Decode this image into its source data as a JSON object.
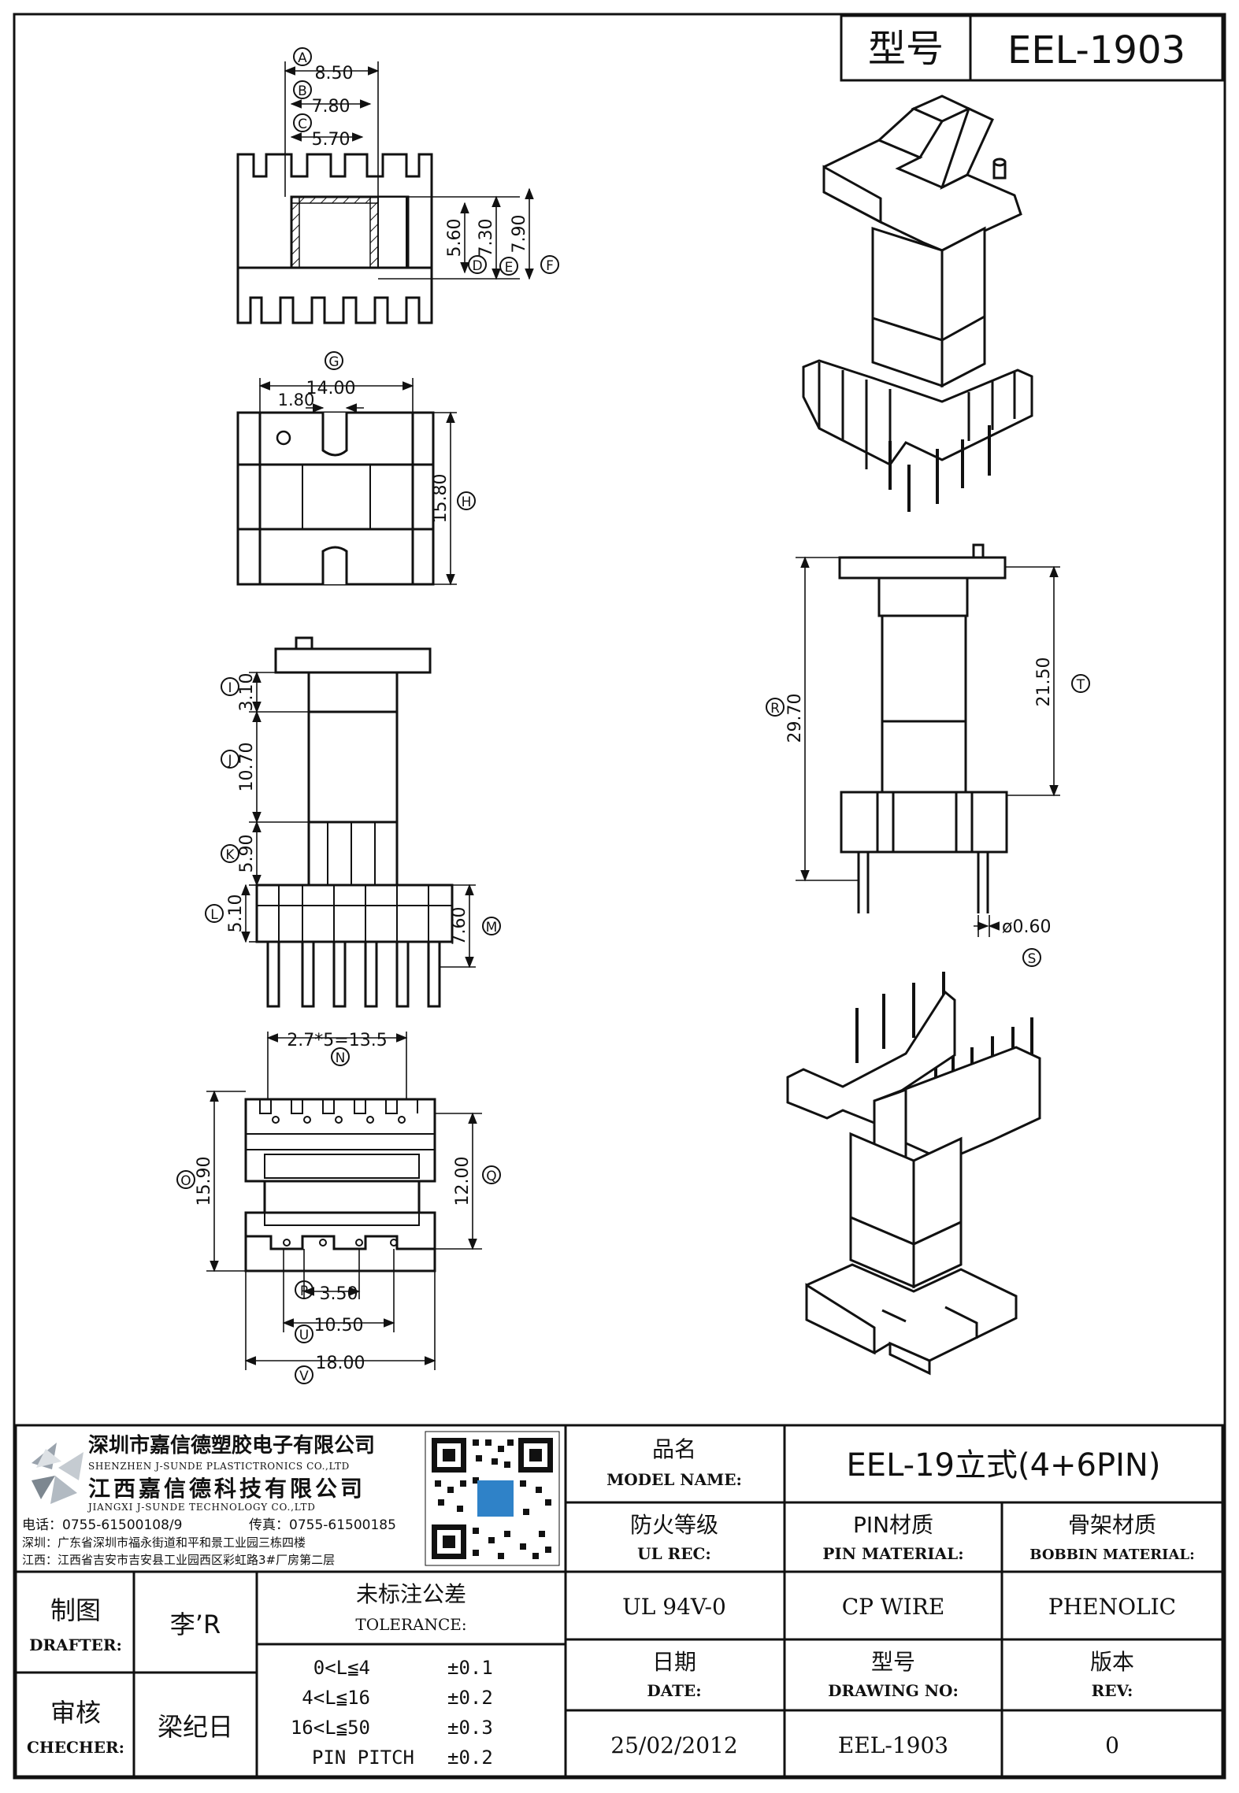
{
  "title_block": {
    "model_label": "型号",
    "model_value": "EEL-1903"
  },
  "callouts": {
    "A": "A",
    "B": "B",
    "C": "C",
    "D": "D",
    "E": "E",
    "F": "F",
    "G": "G",
    "H": "H",
    "I": "I",
    "J": "J",
    "K": "K",
    "L": "L",
    "M": "M",
    "N": "N",
    "O": "O",
    "P": "P",
    "Q": "Q",
    "R": "R",
    "S": "S",
    "T": "T",
    "U": "U",
    "V": "V"
  },
  "dimensions": {
    "top_a": "8.50",
    "top_b": "7.80",
    "top_c": "5.70",
    "top_d": "5.60",
    "top_e": "7.30",
    "top_f": "7.90",
    "g_width": "14.00",
    "g_slot": "1.80",
    "h_height": "15.80",
    "i": "3.10",
    "j": "10.70",
    "k": "5.90",
    "l": "5.10",
    "m": "7.60",
    "n_pitch": "2.7*5=13.5",
    "o_height": "15.90",
    "q_height": "12.00",
    "p": "3.50",
    "u": "10.50",
    "v": "18.00",
    "r_total": "29.70",
    "t_body": "21.50",
    "s_pin": "ø0.60"
  },
  "company": {
    "name_cn_1": "深圳市嘉信德塑胶电子有限公司",
    "name_en_1": "SHENZHEN J-SUNDE PLASTICTRONICS CO.,LTD",
    "name_cn_2": "江西嘉信德科技有限公司",
    "name_en_2": "JIANGXI J-SUNDE TECHNOLOGY CO.,LTD",
    "phone": "电话：0755-61500108/9",
    "fax": "传真：0755-61500185",
    "addr_sz": "深圳：广东省深圳市福永街道和平和景工业园三栋四楼",
    "addr_jx": "江西：江西省吉安市吉安县工业园西区彩虹路3#厂房第二层"
  },
  "info_table": {
    "model_name_cn": "品名",
    "model_name_en": "MODEL NAME:",
    "model_name_value": "EEL-19立式(4+6PIN)",
    "ul_cn": "防火等级",
    "ul_en": "UL REC:",
    "ul_value": "UL 94V-0",
    "pin_cn": "PIN材质",
    "pin_en": "PIN MATERIAL:",
    "pin_value": "CP WIRE",
    "bobbin_cn": "骨架材质",
    "bobbin_en": "BOBBIN MATERIAL:",
    "bobbin_value": "PHENOLIC",
    "date_cn": "日期",
    "date_en": "DATE:",
    "date_value": "25/02/2012",
    "drawing_cn": "型号",
    "drawing_en": "DRAWING NO:",
    "drawing_value": "EEL-1903",
    "rev_cn": "版本",
    "rev_en": "REV:",
    "rev_value": "0"
  },
  "approval": {
    "drafter_cn": "制图",
    "drafter_en": "DRAFTER:",
    "drafter_name": "李’R",
    "checker_cn": "审核",
    "checker_en": "CHECHER:",
    "checker_name": "梁纪日"
  },
  "tolerance": {
    "title_cn": "未标注公差",
    "title_en": "TOLERANCE:",
    "rows": [
      {
        "range": "0<L≦4",
        "value": "±0.1"
      },
      {
        "range": "4<L≦16",
        "value": "±0.2"
      },
      {
        "range": "16<L≦50",
        "value": "±0.3"
      },
      {
        "range": "PIN PITCH",
        "value": "±0.2"
      }
    ]
  }
}
